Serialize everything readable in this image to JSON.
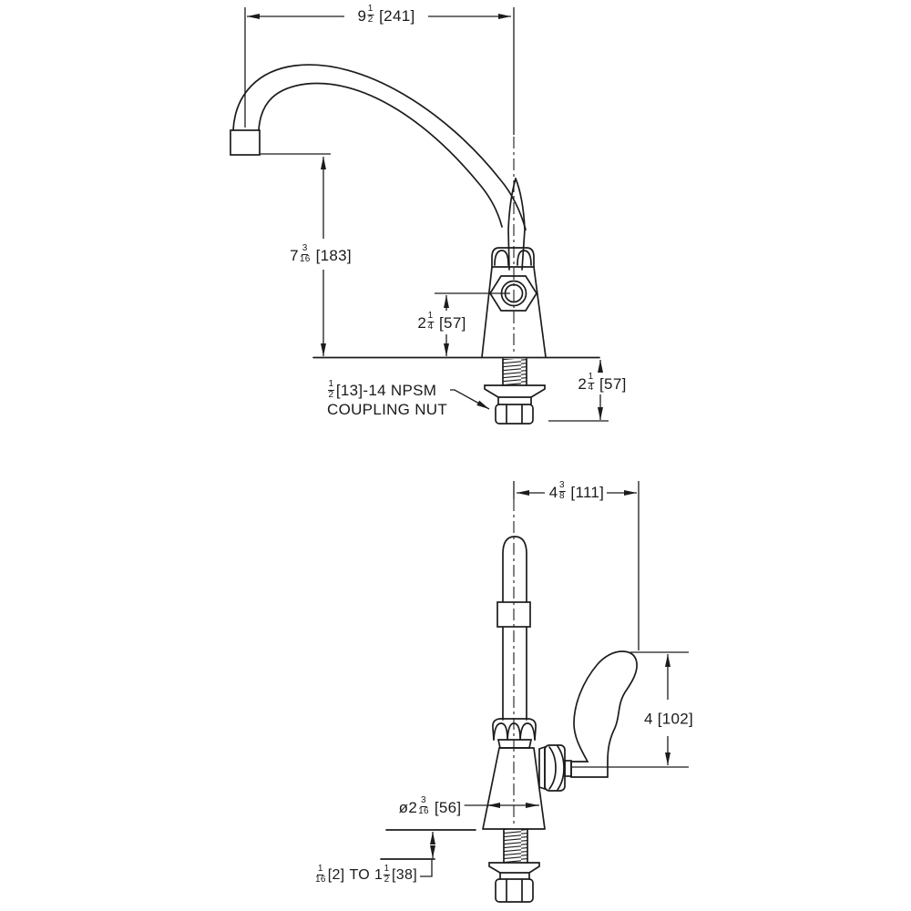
{
  "colors": {
    "background": "#ffffff",
    "line": "#1c1c1c",
    "text": "#1a1a1a"
  },
  "drawing": {
    "type": "faucet-installation-dimension-drawing",
    "views": {
      "front": {
        "dimensions": {
          "spout_reach": {
            "whole": "9",
            "num": "1",
            "den": "2",
            "mm": "[241]"
          },
          "spout_height": {
            "whole": "7",
            "num": "3",
            "den": "16",
            "mm": "[183]"
          },
          "hub_center_height": {
            "whole": "2",
            "num": "1",
            "den": "4",
            "mm": "[57]"
          },
          "shank_length": {
            "whole": "2",
            "num": "1",
            "den": "4",
            "mm": "[57]"
          }
        },
        "notes": {
          "coupling_nut": {
            "num": "1",
            "den": "2",
            "after": "[13]-14 NPSM",
            "line2": "COUPLING NUT"
          }
        }
      },
      "side": {
        "dimensions": {
          "handle_reach": {
            "whole": "4",
            "num": "3",
            "den": "8",
            "mm": "[111]"
          },
          "handle_height": {
            "whole": "4",
            "mm": "[102]"
          },
          "base_diameter": {
            "prefix": "ø",
            "whole": "2",
            "num": "3",
            "den": "16",
            "mm": "[56]"
          },
          "deck_thickness": {
            "f1_num": "1",
            "f1_den": "16",
            "t1": "[2]",
            "joiner": "TO",
            "whole2": "1",
            "f2_num": "1",
            "f2_den": "2",
            "t2": "[38]"
          }
        }
      }
    }
  }
}
